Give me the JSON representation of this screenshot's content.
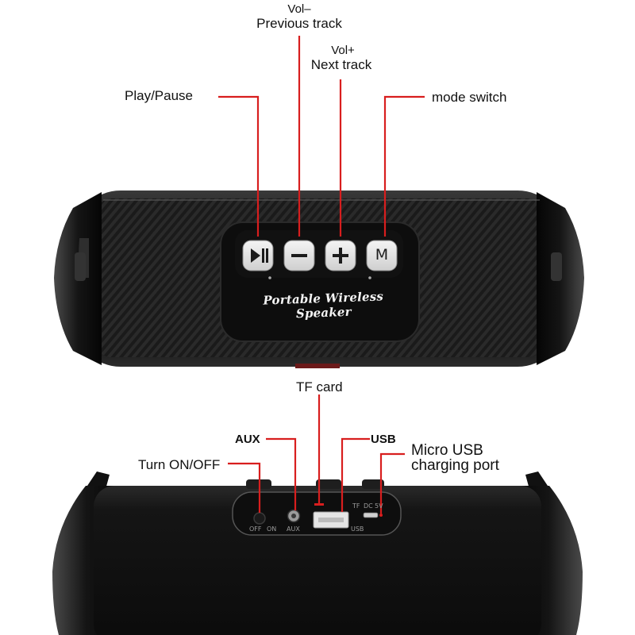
{
  "top_labels": {
    "vol_minus": "Vol–",
    "previous_track": "Previous track",
    "vol_plus": "Vol+",
    "next_track": "Next track",
    "play_pause": "Play/Pause",
    "mode_switch": "mode switch"
  },
  "buttons": {
    "play_pause_glyph": "▶‖",
    "minus_glyph": "−",
    "plus_glyph": "+",
    "mode_glyph": "M"
  },
  "brand_text": "Portable Wireless Speaker",
  "bottom_labels": {
    "tf_card": "TF card",
    "aux": "AUX",
    "usb": "USB",
    "micro_usb_line1": "Micro USB",
    "micro_usb_line2": "charging port",
    "turn_on_off": "Turn ON/OFF"
  },
  "panel_marks": {
    "off": "OFF",
    "on": "ON",
    "aux": "AUX",
    "tf": "TF",
    "dc": "DC",
    "five_v": "5V",
    "usb": "USB"
  },
  "colors": {
    "callout": "#d81e1e",
    "speaker_body": "#141414",
    "button_face": "#e9e9e9"
  }
}
